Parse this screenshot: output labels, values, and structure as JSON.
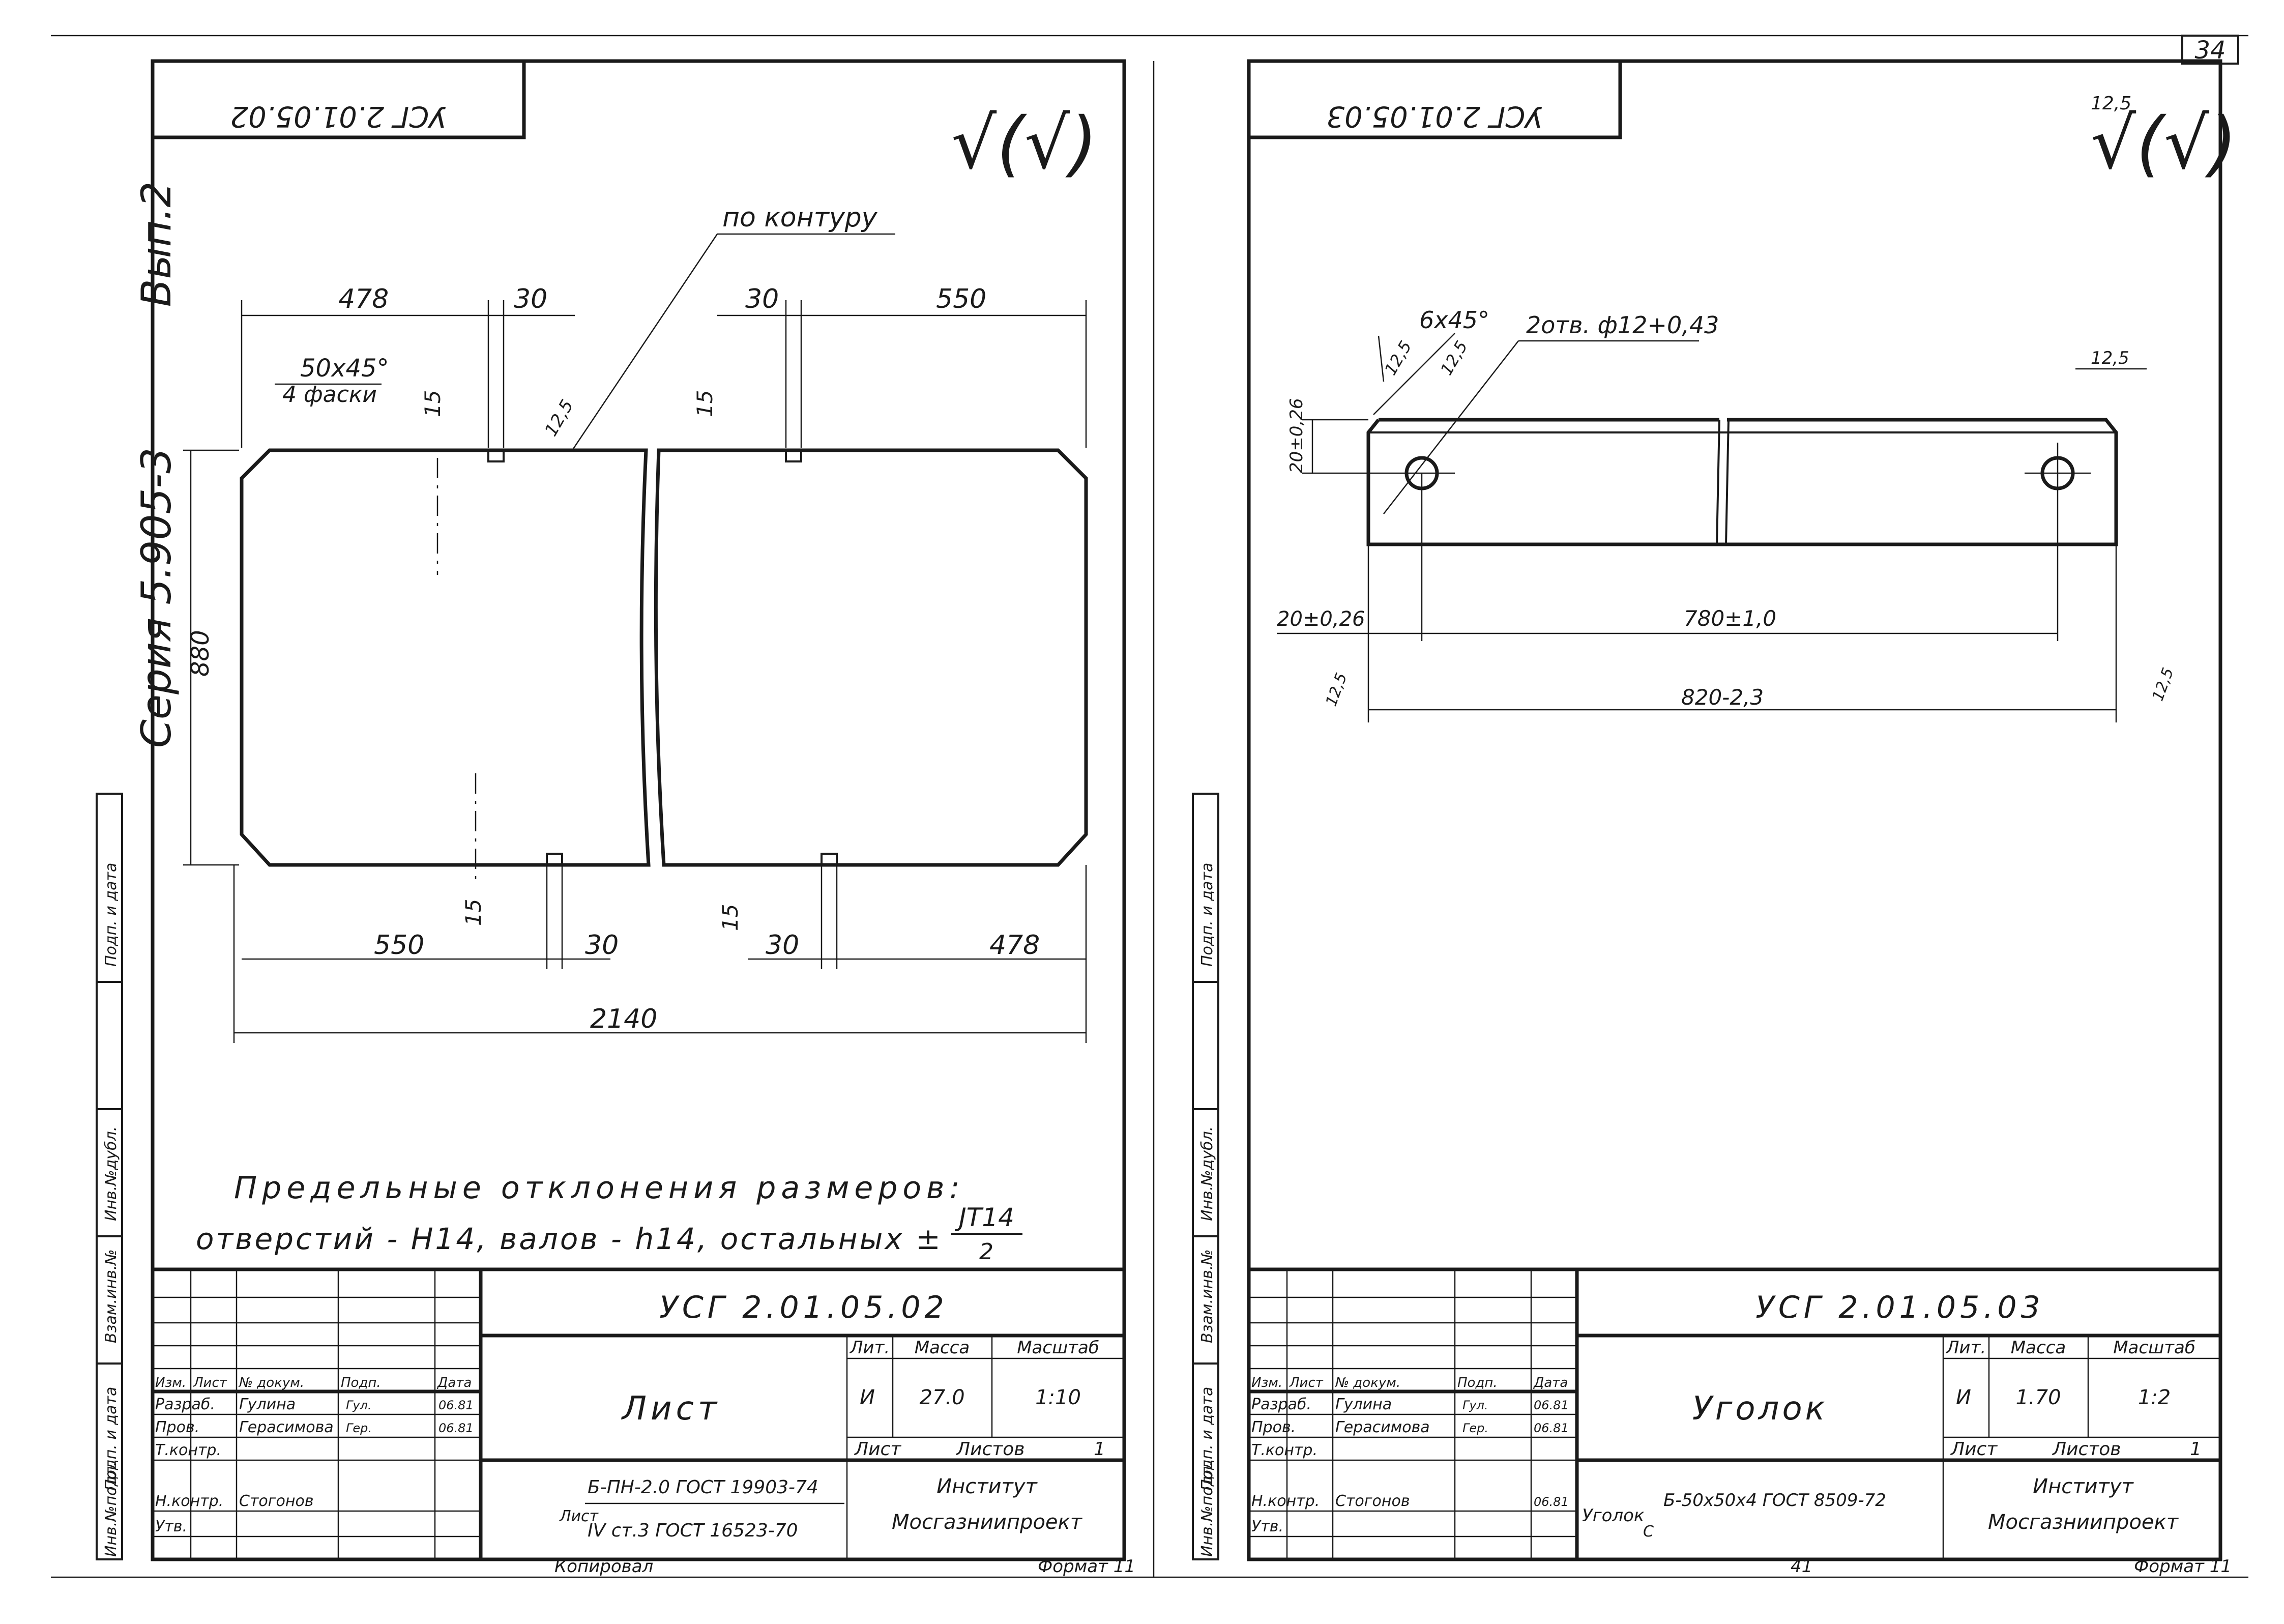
{
  "page_number": "34",
  "series": {
    "label": "Серия 5.905-3",
    "issue": "Вып.2"
  },
  "side_stamp": [
    "Инв.№подл.",
    "Подп. и дата",
    "Взам.инв.№",
    "Инв.№дубл.",
    "Подп. и дата"
  ],
  "left_sheet": {
    "mirror_code": "УСГ 2.01.05.02",
    "roughness_mark": "√(√)",
    "leader_note": "по контуру",
    "chamfer": "50x45°",
    "chamfer_count": "4 фаски",
    "roughness_small": "12,5",
    "dims": {
      "top_left": "478",
      "top_slot_left": "30",
      "top_slot_right": "30",
      "top_right": "550",
      "height": "880",
      "slot_depth_tl": "15",
      "slot_depth_tr": "15",
      "slot_depth_bl": "15",
      "slot_depth_br": "15",
      "bottom_left": "550",
      "bottom_slot_left": "30",
      "bottom_slot_right": "30",
      "bottom_right": "478",
      "overall": "2140"
    },
    "tolerance_line1": "Предельные отклонения размеров:",
    "tolerance_line2": "отверстий - H14, валов - h14, остальных ±",
    "tolerance_frac_top": "JT14",
    "tolerance_frac_bottom": "2",
    "title_block": {
      "code": "УСГ 2.01.05.02",
      "name": "Лист",
      "lit_header": "Лит.",
      "mass_header": "Масса",
      "scale_header": "Масштаб",
      "lit": "И",
      "mass": "27.0",
      "scale": "1:10",
      "sheet_label": "Лист",
      "sheets_label": "Листов",
      "sheets_count": "1",
      "material_prefix": "Лист",
      "material_line1": "Б-ПН-2.0 ГОСТ 19903-74",
      "material_line2": "IV ст.3 ГОСТ 16523-70",
      "org_line1": "Институт",
      "org_line2": "Мосгазниипроект",
      "cols": [
        "Изм.",
        "Лист",
        "№ докум.",
        "Подп.",
        "Дата"
      ],
      "rows": [
        {
          "role": "Разраб.",
          "name": "Гулина",
          "sign": "Гул.",
          "date": "06.81"
        },
        {
          "role": "Пров.",
          "name": "Герасимова",
          "sign": "Гер.",
          "date": "06.81"
        },
        {
          "role": "Т.контр.",
          "name": "",
          "sign": "",
          "date": ""
        },
        {
          "role": "Н.контр.",
          "name": "Стогонов",
          "sign": "",
          "date": ""
        },
        {
          "role": "Утв.",
          "name": "",
          "sign": "",
          "date": ""
        }
      ],
      "footer_left": "Копировал",
      "footer_right": "Формат 11"
    }
  },
  "right_sheet": {
    "mirror_code": "УСГ 2.01.05.03",
    "roughness_mark": "√(√)",
    "roughness_value": "12,5",
    "chamfer": "6x45°",
    "holes": "2отв. ф12+0,43",
    "roughness_small": "12,5",
    "dims": {
      "height": "20±0,26",
      "hole_offset": "20±0,26",
      "hole_spacing": "780±1,0",
      "overall": "820-2,3"
    },
    "title_block": {
      "code": "УСГ 2.01.05.03",
      "name": "Уголок",
      "lit_header": "Лит.",
      "mass_header": "Масса",
      "scale_header": "Масштаб",
      "lit": "И",
      "mass": "1.70",
      "scale": "1:2",
      "sheet_label": "Лист",
      "sheets_label": "Листов",
      "sheets_count": "1",
      "material_prefix": "Уголок",
      "material_line1": "Б-50x50x4 ГОСТ 8509-72",
      "material_line2": "С",
      "org_line1": "Институт",
      "org_line2": "Мосгазниипроект",
      "cols": [
        "Изм.",
        "Лист",
        "№ докум.",
        "Подп.",
        "Дата"
      ],
      "rows": [
        {
          "role": "Разраб.",
          "name": "Гулина",
          "sign": "Гул.",
          "date": "06.81"
        },
        {
          "role": "Пров.",
          "name": "Герасимова",
          "sign": "Гер.",
          "date": "06.81"
        },
        {
          "role": "Т.контр.",
          "name": "",
          "sign": "",
          "date": ""
        },
        {
          "role": "Н.контр.",
          "name": "Стогонов",
          "sign": "",
          "date": "06.81"
        },
        {
          "role": "Утв.",
          "name": "",
          "sign": "",
          "date": ""
        }
      ],
      "footer_left": "41",
      "footer_right": "Формат 11"
    }
  }
}
